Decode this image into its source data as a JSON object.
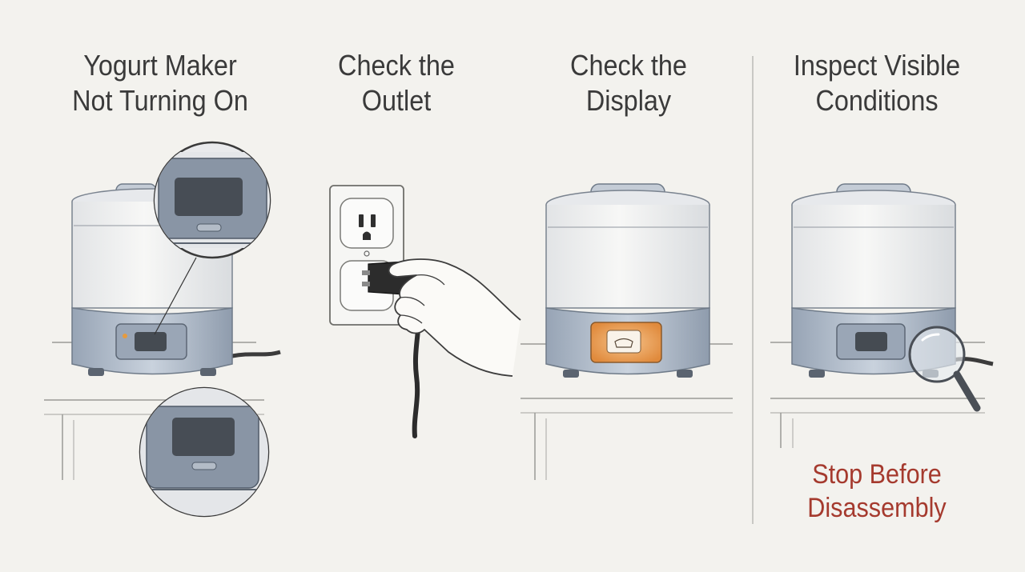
{
  "panels": [
    {
      "title_line1": "Yogurt Maker",
      "title_line2": "Not Turning On",
      "icon": "yogurt-maker-zoom"
    },
    {
      "title_line1": "Check the",
      "title_line2": "Outlet",
      "icon": "plug-in-outlet"
    },
    {
      "title_line1": "Check the",
      "title_line2": "Display",
      "icon": "lit-display"
    },
    {
      "title_line1": "Inspect Visible",
      "title_line2": "Conditions",
      "icon": "magnifying-glass"
    }
  ],
  "warning": {
    "line1": "Stop Before",
    "line2": "Disassembly",
    "color": "#a53a2e"
  },
  "colors": {
    "background": "#f3f2ee",
    "text": "#3a3a3a",
    "base": "#b8c3d1",
    "display_lit": "#e69a52"
  }
}
